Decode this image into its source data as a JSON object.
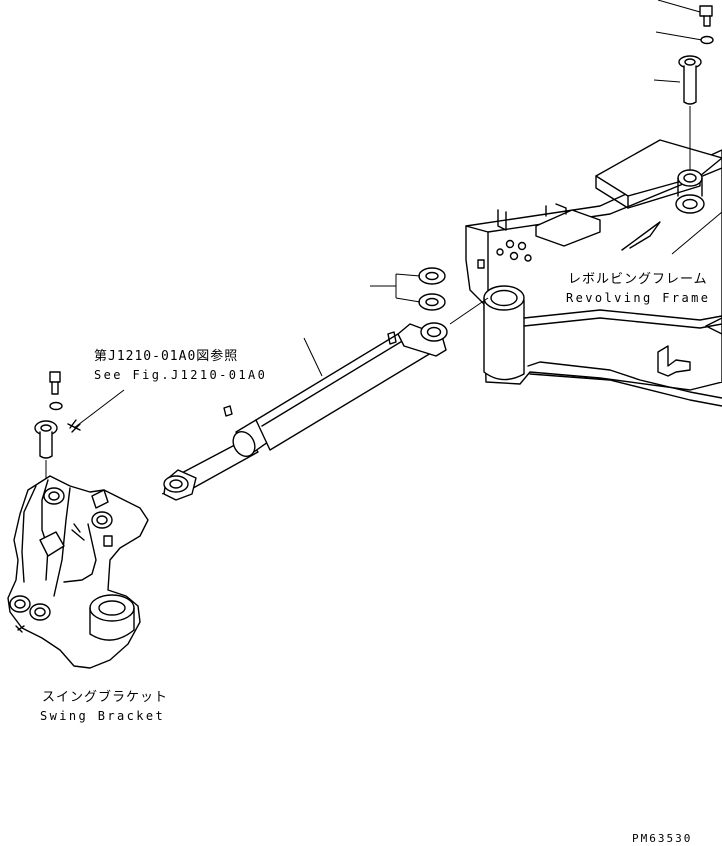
{
  "labels": {
    "see_fig_ja": "第J1210-01A0図参照",
    "see_fig_en": "See Fig.J1210-01A0",
    "revolving_frame_ja": "レボルビングフレーム",
    "revolving_frame_en": "Revolving Frame",
    "swing_bracket_ja": "スイングブラケット",
    "swing_bracket_en": "Swing Bracket",
    "drawing_code": "PM63530"
  }
}
